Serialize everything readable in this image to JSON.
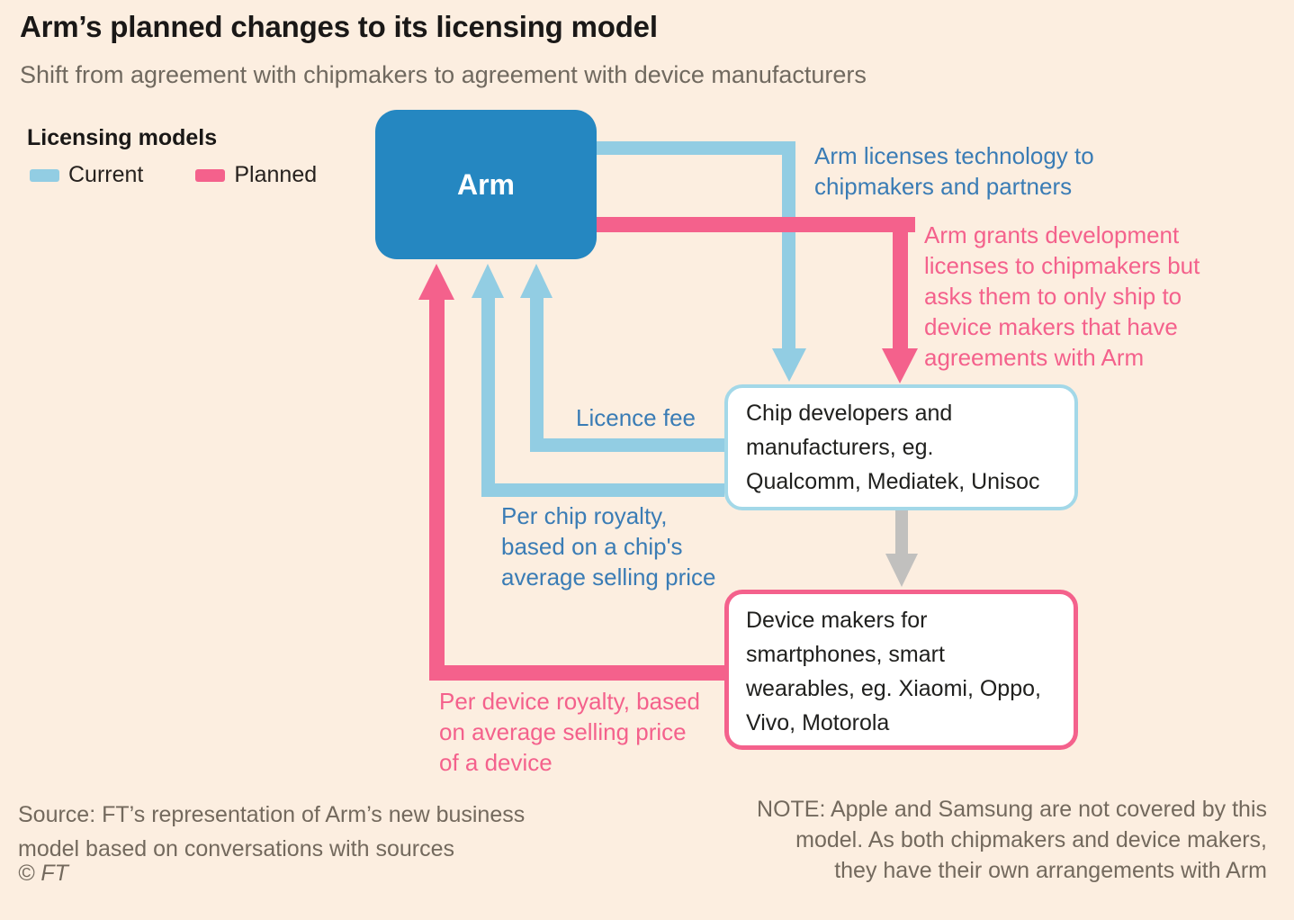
{
  "title": "Arm’s planned changes to its licensing model",
  "subtitle": "Shift from agreement with chipmakers to agreement with device manufacturers",
  "legend": {
    "title": "Licensing models",
    "items": [
      {
        "label": "Current",
        "color": "#92CDE3"
      },
      {
        "label": "Planned",
        "color": "#F4618C"
      }
    ]
  },
  "nodes": {
    "arm": {
      "label": "Arm",
      "fill": "#2587C1"
    },
    "chipmakers": {
      "label": "Chip developers and\nmanufacturers, eg.\nQualcomm, Mediatek, Unisoc",
      "border": "#A3D8E8"
    },
    "device_makers": {
      "label": "Device makers for\nsmartphones, smart\nwearables, eg. Xiaomi, Oppo,\nVivo, Motorola",
      "border": "#F4618C"
    }
  },
  "annotations": {
    "arm_licenses": "Arm licenses technology to\nchipmakers and partners",
    "arm_grants": "Arm grants development\nlicenses to chipmakers but\nasks them to only ship to\ndevice makers that have\nagreements with Arm",
    "licence_fee": "Licence fee",
    "per_chip_royalty": "Per chip royalty,\nbased on a chip's\naverage selling price",
    "per_device_royalty": "Per device royalty, based\non average selling price\nof a device"
  },
  "edges": [
    {
      "from": "arm",
      "to": "chipmakers",
      "model": "current",
      "annotation": "arm_licenses"
    },
    {
      "from": "arm",
      "to": "chipmakers",
      "model": "planned",
      "annotation": "arm_grants"
    },
    {
      "from": "chipmakers",
      "to": "arm",
      "model": "current",
      "annotation": "licence_fee"
    },
    {
      "from": "chipmakers",
      "to": "arm",
      "model": "current",
      "annotation": "per_chip_royalty"
    },
    {
      "from": "chipmakers",
      "to": "device_makers",
      "model": "neutral",
      "annotation": ""
    },
    {
      "from": "device_makers",
      "to": "arm",
      "model": "planned",
      "annotation": "per_device_royalty"
    }
  ],
  "footer": {
    "source": "Source: FT’s representation of Arm’s new business\nmodel based on conversations with sources",
    "copyright": "© FT",
    "note": "NOTE: Apple and Samsung are not covered by this\nmodel. As both chipmakers and device makers,\nthey have their own arrangements with Arm"
  },
  "colors": {
    "background": "#FCEEE0",
    "current": "#92CDE3",
    "planned": "#F4618C",
    "arm_box": "#2587C1",
    "blue_text": "#3A7CB5",
    "pink_text": "#F4618C",
    "gray_arrow": "#C1C0BE",
    "title_text": "#1A1817",
    "muted_text": "#73695D"
  }
}
